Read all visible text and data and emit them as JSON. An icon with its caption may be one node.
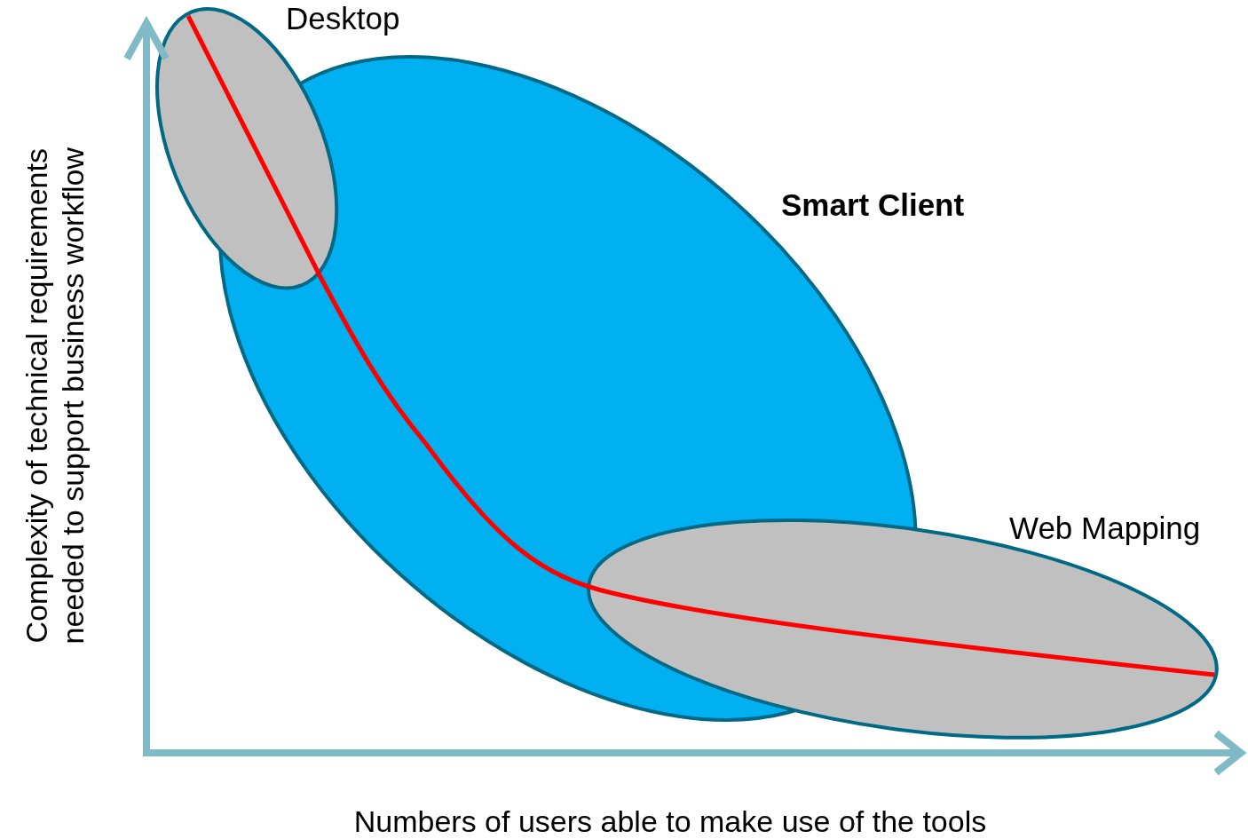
{
  "diagram": {
    "nodes": [
      {
        "text": [
          "Desktop"
        ]
      },
      {
        "text": [
          "Smart Client"
        ]
      },
      {
        "text": [
          "Web Mapping"
        ]
      }
    ],
    "labels": [
      "Complexity of technical requirements needed to support business workflow",
      "Numbers of users able to make use of the tools"
    ]
  }
}
